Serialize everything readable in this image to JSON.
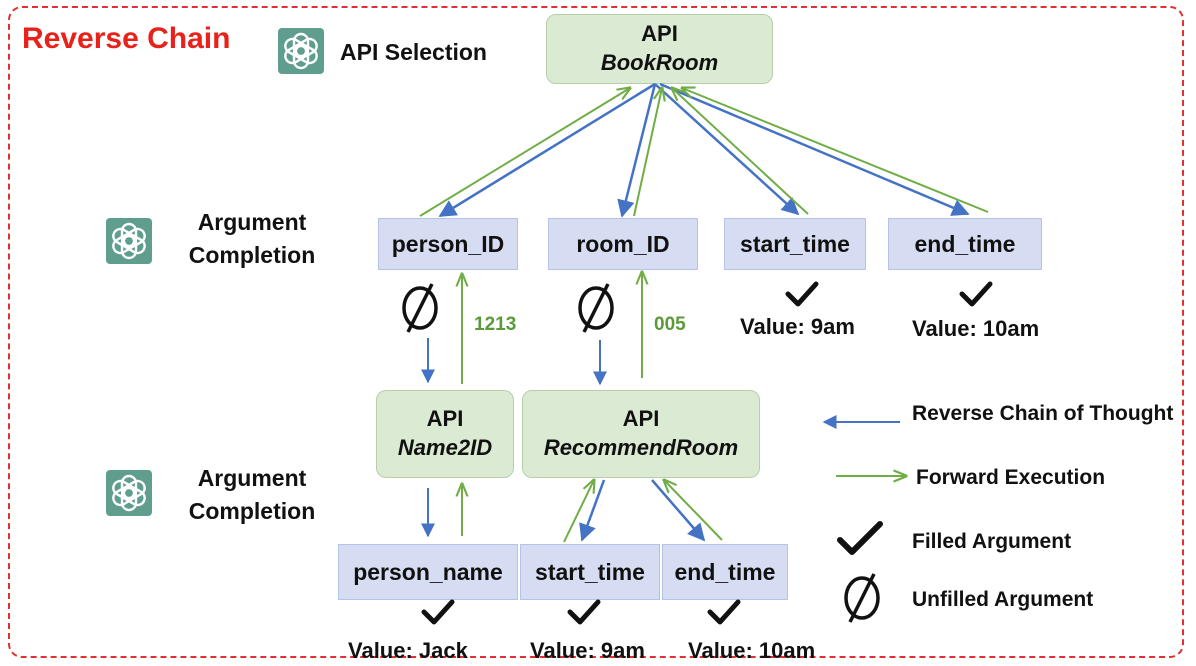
{
  "title": "Reverse Chain",
  "icon_name": "openai-logo-icon",
  "colors": {
    "frame": "#e03030",
    "title": "#e8221b",
    "reverse": "#4472c4",
    "forward": "#70ad47",
    "api_fill": "#dbead3",
    "arg_fill": "#d6ddf2"
  },
  "stages": {
    "api_selection": "API Selection",
    "arg_completion_1": "Argument Completion",
    "arg_completion_2": "Argument Completion"
  },
  "apis": {
    "bookroom": {
      "kind": "API",
      "name": "BookRoom"
    },
    "name2id": {
      "kind": "API",
      "name": "Name2ID"
    },
    "recommendroom": {
      "kind": "API",
      "name": "RecommendRoom"
    }
  },
  "args_level1": {
    "person_id": {
      "label": "person_ID"
    },
    "room_id": {
      "label": "room_ID"
    },
    "start_time": {
      "label": "start_time",
      "value": "Value: 9am"
    },
    "end_time": {
      "label": "end_time",
      "value": "Value: 10am"
    }
  },
  "args_level2": {
    "person_name": {
      "label": "person_name",
      "value": "Value: Jack"
    },
    "start_time": {
      "label": "start_time",
      "value": "Value: 9am"
    },
    "end_time": {
      "label": "end_time",
      "value": "Value: 10am"
    }
  },
  "returned_values": {
    "person_id": "1213",
    "room_id": "005"
  },
  "legend": {
    "reverse": "Reverse Chain of Thought",
    "forward": "Forward Execution",
    "filled": "Filled Argument",
    "unfilled": "Unfilled Argument"
  }
}
